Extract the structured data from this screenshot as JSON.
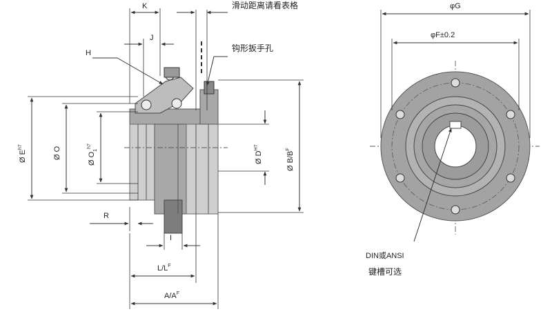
{
  "side_view": {
    "label_k": "K",
    "label_j": "J",
    "label_h": "H",
    "label_r": "R",
    "label_i": "I",
    "label_sliding": "滑动距离请看表格",
    "label_hook": "钩形扳手孔",
    "label_l": "L/L",
    "label_l_sup": "F",
    "label_a": "A/A",
    "label_a_sup": "F",
    "label_e": "Ø E",
    "label_e_sup": "h7",
    "label_o": "Ø O",
    "label_o1": "Ø O",
    "label_o1_sub": "1",
    "label_o1_sup": "h7",
    "label_d": "Ø D",
    "label_d_sup": "H7",
    "label_b": "Ø B/B",
    "label_b_sup": "F"
  },
  "front_view": {
    "label_g": "φG",
    "label_f": "φF±0.2",
    "label_din": "DIN或ANSI",
    "label_keyway": "键槽可选"
  },
  "colors": {
    "body": "#a8a8a8",
    "body_light": "#cfcfcf",
    "body_dark": "#7d7d7d",
    "line": "#333333"
  }
}
